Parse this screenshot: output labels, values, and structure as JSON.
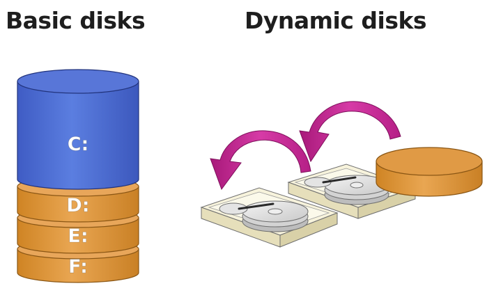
{
  "headings": {
    "basic": "Basic disks",
    "dynamic": "Dynamic disks"
  },
  "basic_disk": {
    "volumes": [
      {
        "label": "C:",
        "color": "#4f6fd3"
      },
      {
        "label": "D:",
        "color": "#df9a3e"
      },
      {
        "label": "E:",
        "color": "#df9a3e"
      },
      {
        "label": "F:",
        "color": "#df9a3e"
      }
    ]
  },
  "dynamic_disks": {
    "drive_count": 2,
    "arrow_count": 2,
    "arrow_color": "#c0238f",
    "icons": [
      "hard-drive-icon",
      "hard-drive-icon",
      "arrow-curved-icon",
      "arrow-curved-icon",
      "orange-disk-icon"
    ]
  }
}
